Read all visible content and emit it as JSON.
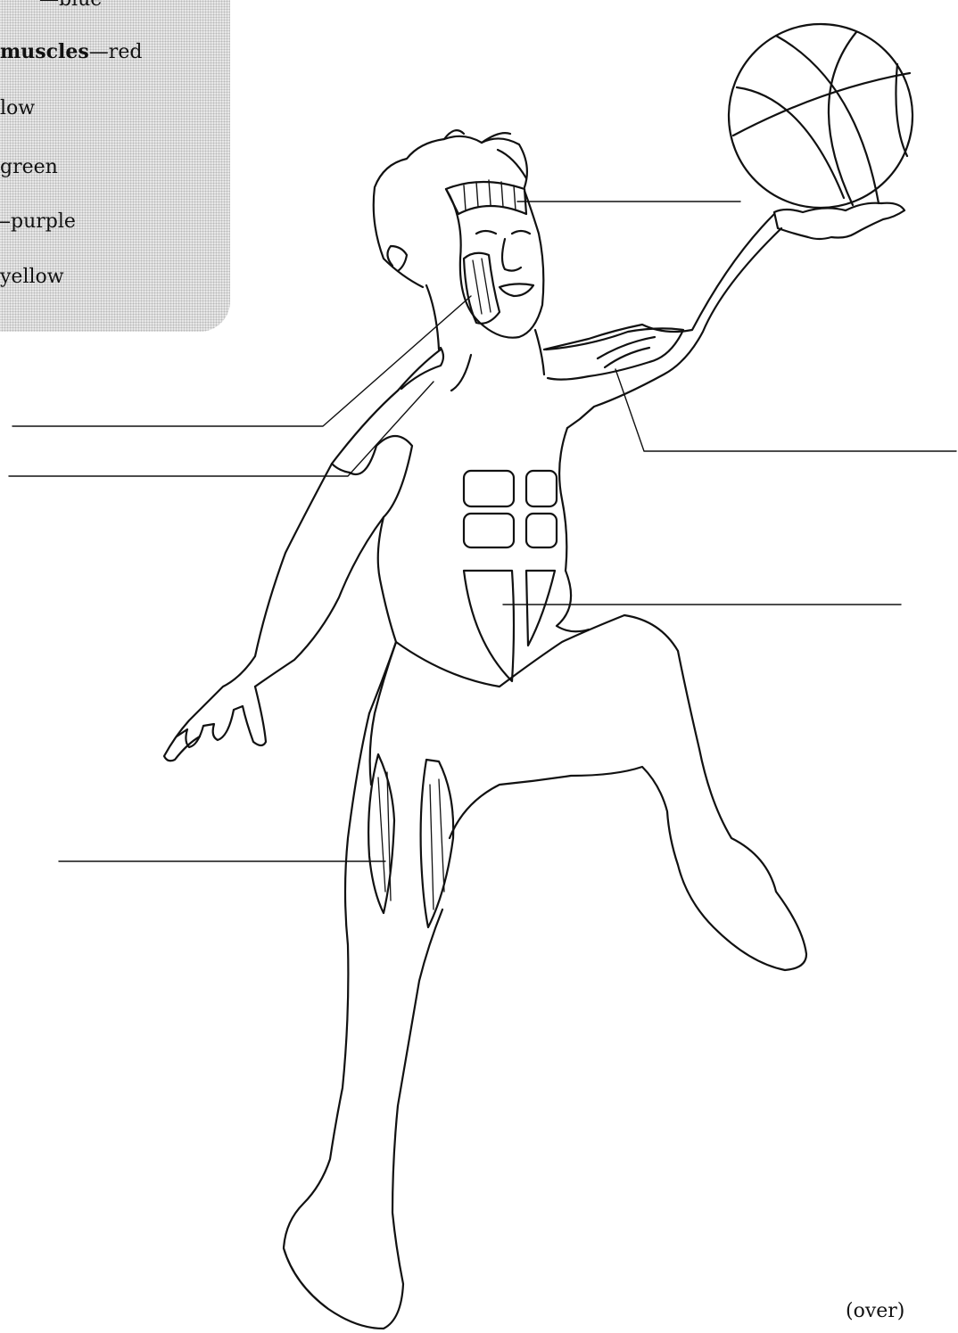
{
  "legend": {
    "items": [
      {
        "bold": "",
        "text": "—blue"
      },
      {
        "bold": "muscles",
        "text": "—red"
      },
      {
        "bold": "",
        "text": "low"
      },
      {
        "bold": "",
        "text": "green"
      },
      {
        "bold": "",
        "text": "—purple"
      },
      {
        "bold": "",
        "text": "yellow"
      }
    ]
  },
  "label_lines": [
    {
      "id": "forehead-muscle-label"
    },
    {
      "id": "face-muscle-label"
    },
    {
      "id": "neck-muscle-label"
    },
    {
      "id": "upper-arm-muscle-label"
    },
    {
      "id": "abdominal-muscle-label"
    },
    {
      "id": "thigh-muscle-label"
    }
  ],
  "colors": {
    "ink": "#111111",
    "legend_bg": "#e7e7e7"
  },
  "footer": {
    "over": "(over)"
  }
}
